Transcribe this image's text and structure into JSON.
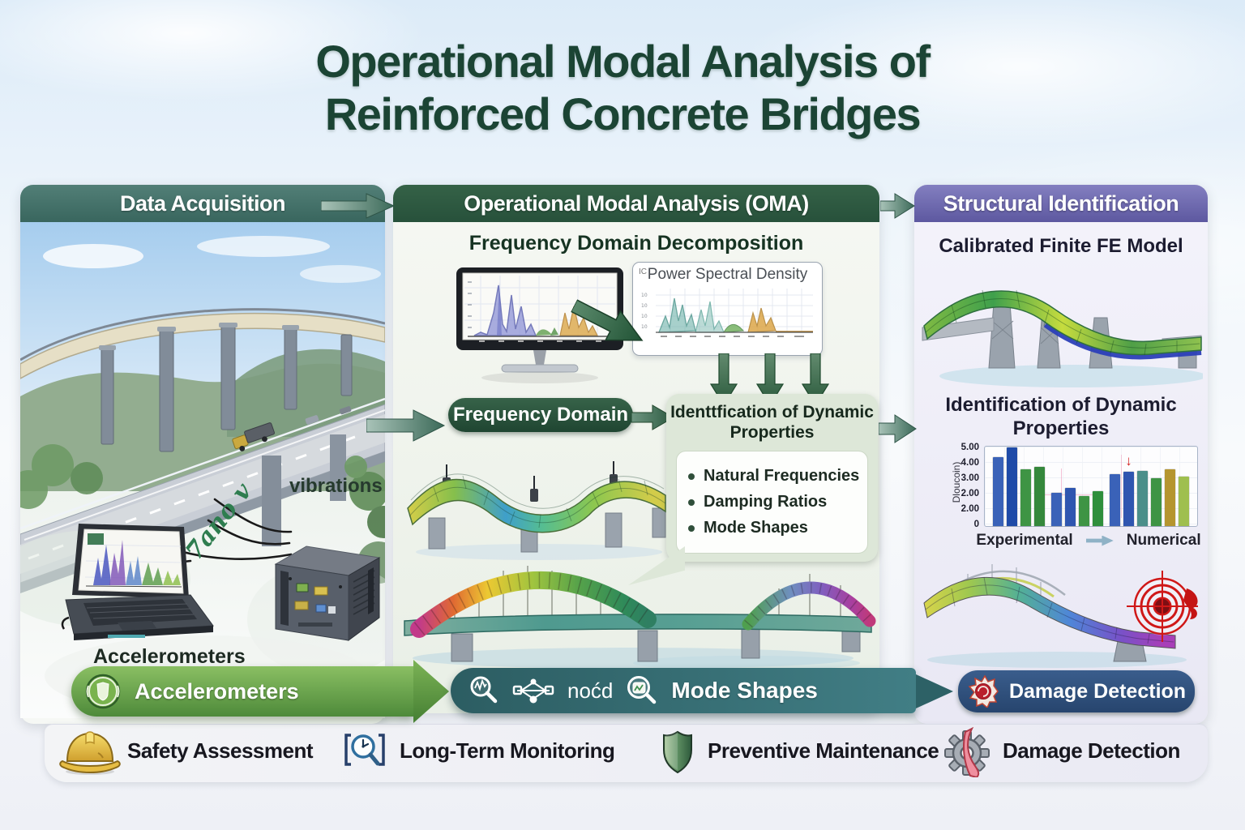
{
  "title": {
    "line1": "Operational Modal Analysis of",
    "line2": "Reinforced Concrete Bridges"
  },
  "left_panel": {
    "header": "Data Acquisition",
    "vibrations_label": "vibrations",
    "scribble": "7ano v",
    "accelerometers_label": "Accelerometers"
  },
  "middle_panel": {
    "header": "Operational Modal Analysis (OMA)",
    "subtitle": "Frequency Domain Decomposition",
    "psd": {
      "title": "Power Spectral Density",
      "corner_label": "IC",
      "y_tick": "10"
    },
    "frequency_domain_badge": "Frequency Domain",
    "identification": {
      "title_line1": "Identtfication of Dynamic",
      "title_line2": "Properties",
      "bullets": [
        "Natural Frequencies",
        "Damping Ratios",
        "Mode Shapes"
      ]
    }
  },
  "right_panel": {
    "header": "Structural Identification",
    "subtitle": "Calibrated Finite FE Model",
    "chart_heading_line1": "Identification of Dynamic",
    "chart_heading_line2": "Properties",
    "damage_detection_label": "Damage Detection"
  },
  "banners": {
    "accelerometers": "Accelerometers",
    "mode_shapes": {
      "nocd_text": "noćd",
      "label": "Mode Shapes"
    }
  },
  "footer": {
    "items": [
      {
        "icon": "hard-hat-icon",
        "label": "Safety Assessment"
      },
      {
        "icon": "clock-magnifier-icon",
        "label": "Long-Term Monitoring"
      },
      {
        "icon": "shield-icon",
        "label": "Preventive Maintenance"
      },
      {
        "icon": "cracked-gear-icon",
        "label": "Damage Detection"
      }
    ]
  },
  "chart_data": {
    "type": "bar",
    "title": "Identification of Dynamic Properties",
    "ylabel": "Dloucoin)",
    "y_ticks": [
      "5.00",
      "4.00",
      "3.00",
      "2.00",
      "2.00",
      "0"
    ],
    "ymax": 5,
    "xlabel_left": "Experimental",
    "xlabel_right": "Numerical",
    "legend_position": "below",
    "grid": true,
    "groups": [
      {
        "name": "experimental",
        "values": [
          4.35,
          4.95,
          3.55,
          3.75
        ],
        "colors": [
          "#3a62b8",
          "#1f4ba8",
          "#3e9444",
          "#35883c"
        ]
      },
      {
        "name": "middle",
        "values": [
          2.1,
          2.4,
          1.9,
          2.2
        ],
        "colors": [
          "#3a62b8",
          "#2f56b0",
          "#3e9444",
          "#2f8f3c"
        ]
      },
      {
        "name": "numerical",
        "values": [
          3.25,
          3.4,
          3.45,
          3.0,
          3.55,
          3.1
        ],
        "colors": [
          "#3a62b8",
          "#2f56b0",
          "#4b8f8a",
          "#3e9444",
          "#b5952f",
          "#9fbf4f"
        ]
      }
    ],
    "marker": {
      "group": 2,
      "bar": 1,
      "style": "red-down-arrow"
    }
  },
  "colors": {
    "title_green": "#1b4434",
    "header_teal": "#3e6f68",
    "header_green": "#2c5c43",
    "header_purple": "#6b66ab",
    "arrow_green": "#36695a",
    "banner_green": "#5d9440",
    "banner_teal": "#2f6167",
    "pill_navy": "#2e4f7d",
    "target_red": "#cc1616"
  },
  "icons": [
    "sensor-icon",
    "magnifier-wave-icon",
    "node-network-icon",
    "chart-magnifier-icon",
    "burst-icon",
    "hard-hat-icon",
    "clock-magnifier-icon",
    "shield-icon",
    "cracked-gear-icon",
    "red-target-icon"
  ]
}
